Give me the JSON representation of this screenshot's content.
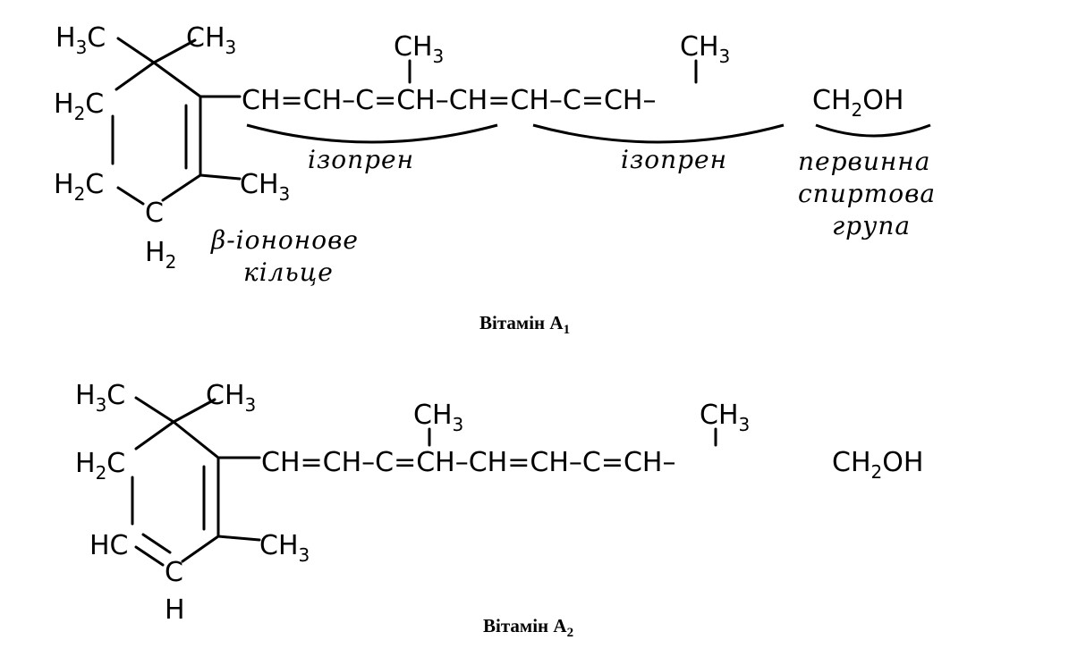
{
  "vitamin_a1": {
    "caption": {
      "main": "Вітамін А",
      "sub": "1"
    },
    "ring": {
      "gem_dimethyl_left": {
        "main": "H",
        "sub": "3",
        "tail": "C"
      },
      "gem_dimethyl_right": {
        "main": "CH",
        "sub": "3"
      },
      "ch2_upper": {
        "main": "H",
        "sub": "2",
        "tail": "C"
      },
      "ch2_middle": {
        "main": "H",
        "sub": "2",
        "tail": "C"
      },
      "ch2_bottom_c": "C",
      "ch2_bottom_h": {
        "main": "H",
        "sub": "2"
      },
      "methyl": {
        "main": "CH",
        "sub": "3"
      }
    },
    "chain": {
      "seg1": "CH=CH–C=CH–CH=CH–C=CH–",
      "methyl_1": {
        "main": "CH",
        "sub": "3"
      },
      "methyl_2": {
        "main": "CH",
        "sub": "3"
      },
      "alcohol": {
        "main": "CH",
        "sub": "2",
        "tail": "OH"
      }
    },
    "annotations": {
      "isoprene_1": "ізопрен",
      "isoprene_2": "ізопрен",
      "alcohol_line1": "первинна",
      "alcohol_line2": "спиртова",
      "alcohol_line3": "група",
      "ionone_line1": "β-іононове",
      "ionone_line2": "кільце"
    }
  },
  "vitamin_a2": {
    "caption": {
      "main": "Вітамін А",
      "sub": "2"
    },
    "ring": {
      "gem_dimethyl_left": {
        "main": "H",
        "sub": "3",
        "tail": "C"
      },
      "gem_dimethyl_right": {
        "main": "CH",
        "sub": "3"
      },
      "ch2_upper": {
        "main": "H",
        "sub": "2",
        "tail": "C"
      },
      "hc": "HC",
      "c_bottom": "C",
      "h_bottom": "H",
      "methyl": {
        "main": "CH",
        "sub": "3"
      }
    },
    "chain": {
      "seg1": "CH=CH–C=CH–CH=CH–C=CH–",
      "methyl_1": {
        "main": "CH",
        "sub": "3"
      },
      "methyl_2": {
        "main": "CH",
        "sub": "3"
      },
      "alcohol": {
        "main": "CH",
        "sub": "2",
        "tail": "OH"
      }
    }
  }
}
